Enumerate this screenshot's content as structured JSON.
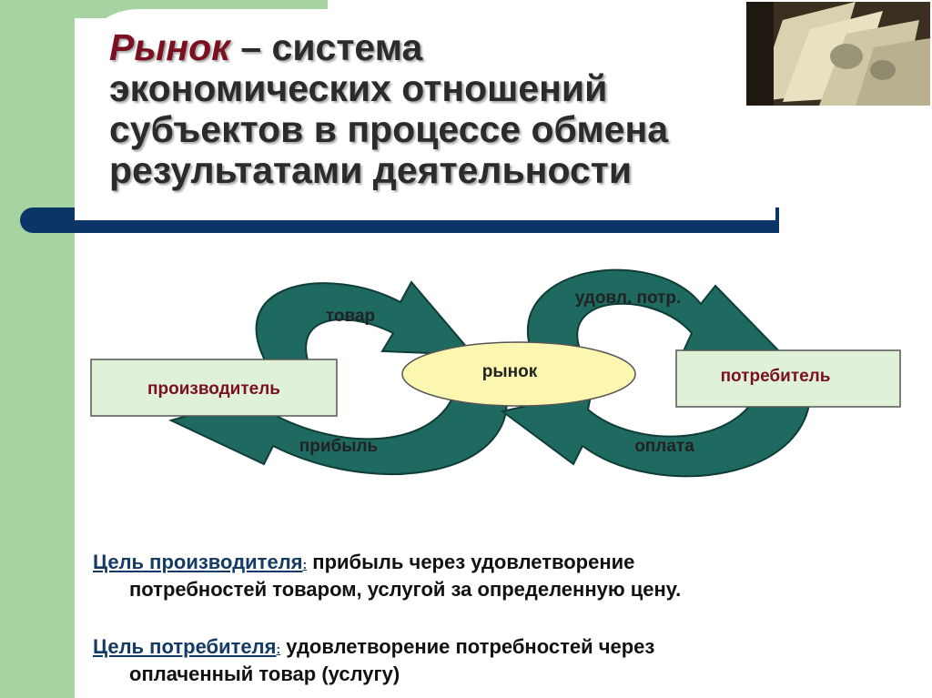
{
  "title": {
    "accent": "Рынок",
    "line1_rest": " – система",
    "line2": "экономических отношений",
    "line3": "субъектов в процессе обмена",
    "line4": "результатами деятельности"
  },
  "diagram": {
    "producer": "производитель",
    "market": "рынок",
    "consumer": "потребитель",
    "goods": "товар",
    "profit": "прибыль",
    "satisfaction": "удовл. потр.",
    "payment": "оплата"
  },
  "goals": {
    "producer_label": "Цель производителя",
    "producer_line1": " прибыль через удовлетворение",
    "producer_line2": "потребностей товаром, услугой за определенную цену.",
    "consumer_label": "Цель потребителя",
    "consumer_line1": " удовлетворение потребностей через",
    "consumer_line2": "оплаченный товар (услугу)",
    "colon": ":"
  },
  "colors": {
    "accent": "#7a1020",
    "arrow": "#1e6a60",
    "box_fill": "#dff2d8",
    "ellipse_fill": "#fbf6b0",
    "band": "#a7d3a2",
    "rule": "#0b3566"
  },
  "icons": {
    "photo": "money-photo"
  }
}
